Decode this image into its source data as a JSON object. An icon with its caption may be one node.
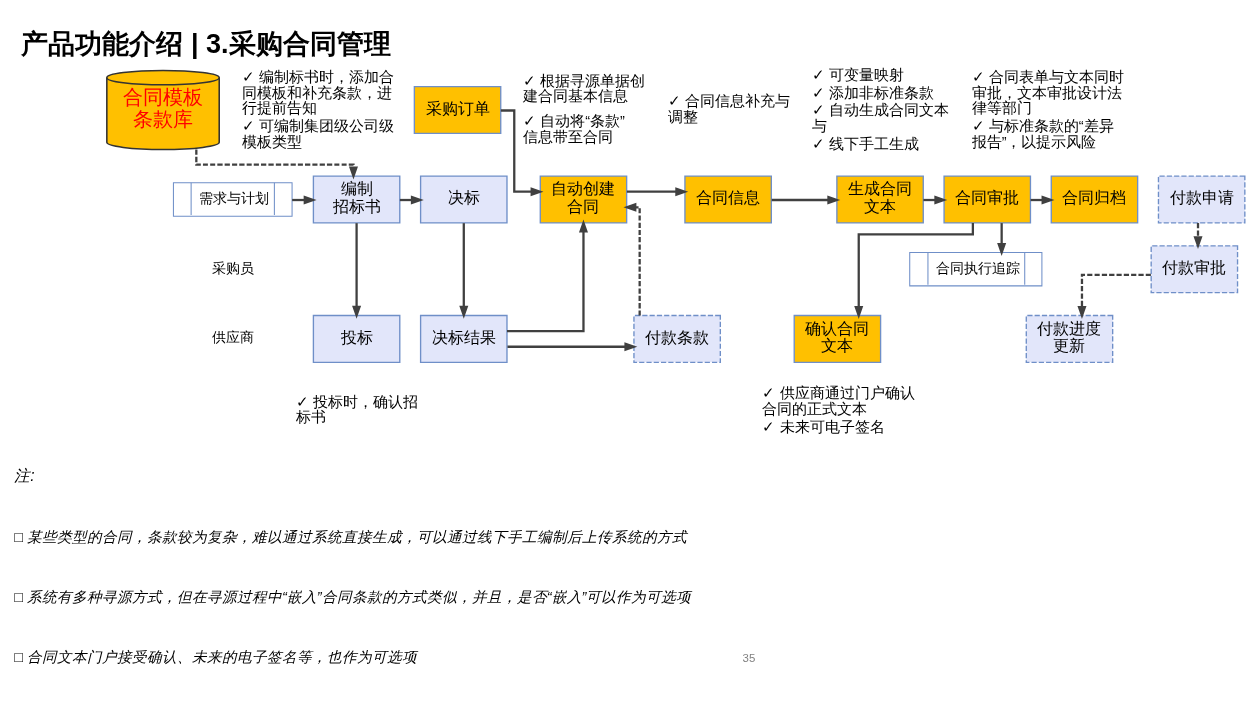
{
  "diagram": {
    "title": "产品功能介绍 | 3.采购合同管理",
    "nodes": [
      {
        "text": [
          "合同模板条款库"
        ],
        "beside": [
          "✓ 编制标书时，添加合同模板和补充条款，进行提前告知",
          "✓ 可编制集团级公司级模板类型"
        ]
      },
      {
        "text": [
          "采购订单"
        ]
      },
      {
        "text": [
          "需求与计划"
        ]
      },
      {
        "text": [
          "编制招标书"
        ]
      },
      {
        "text": [
          "决标"
        ]
      },
      {
        "text": [
          "自动创建合同"
        ],
        "beside": [
          "✓ 根据寻源单据创建合同基本信息",
          "✓ 自动将“条款”信息带至合同"
        ]
      },
      {
        "text": [
          "合同信息"
        ],
        "beside": [
          "✓ 合同信息补充与调整"
        ]
      },
      {
        "text": [
          "生成合同文本"
        ],
        "beside": [
          "✓ 可变量映射",
          "✓ 添加非标准条款",
          "✓ 自动生成合同文本与",
          "✓ 线下手工生成"
        ]
      },
      {
        "text": [
          "合同审批"
        ],
        "beside": [
          "✓ 合同表单与文本同时审批，文本审批设计法律等部门",
          "✓ 与标准条款的“差异报告”，以提示风险"
        ]
      },
      {
        "text": [
          "合同归档"
        ]
      },
      {
        "text": [
          "合同执行追踪"
        ]
      },
      {
        "text": [
          "付款申请"
        ]
      },
      {
        "text": [
          "付款审批"
        ]
      },
      {
        "text": [
          "投标"
        ],
        "beside": [
          "✓ 投标时，确认招标书"
        ]
      },
      {
        "text": [
          "决标结果"
        ]
      },
      {
        "text": [
          "付款条款"
        ]
      },
      {
        "text": [
          "确认合同文本"
        ],
        "beside": [
          "✓ 供应商通过门户确认合同的正式文本",
          "✓ 未来可电子签名"
        ]
      },
      {
        "text": [
          "付款进度更新"
        ]
      }
    ],
    "edges": [
      {
        "from": 0,
        "to": 3,
        "arrow": "to",
        "style": "dashed"
      },
      {
        "from": 1,
        "to": 5,
        "arrow": "to"
      },
      {
        "from": 2,
        "to": 3,
        "arrow": "to"
      },
      {
        "from": 3,
        "to": 4,
        "arrow": "to"
      },
      {
        "from": 3,
        "to": 13,
        "arrow": "to"
      },
      {
        "from": 4,
        "to": 14,
        "arrow": "to"
      },
      {
        "from": 14,
        "to": 5,
        "arrow": "to"
      },
      {
        "from": 14,
        "to": 15,
        "arrow": "to"
      },
      {
        "from": 15,
        "to": 5,
        "arrow": "to",
        "style": "dashed"
      },
      {
        "from": 5,
        "to": 6,
        "arrow": "to"
      },
      {
        "from": 6,
        "to": 7,
        "arrow": "to"
      },
      {
        "from": 7,
        "to": 8,
        "arrow": "to"
      },
      {
        "from": 8,
        "to": 9,
        "arrow": "to"
      },
      {
        "from": 8,
        "to": 10,
        "arrow": "to"
      },
      {
        "from": 8,
        "to": 16,
        "arrow": "to"
      },
      {
        "from": 11,
        "to": 12,
        "arrow": "to",
        "style": "dashed"
      },
      {
        "from": 12,
        "to": 17,
        "arrow": "to",
        "style": "dashed"
      }
    ],
    "labels": [
      "采购员",
      "供应商",
      "注:",
      "□ 某些类型的合同，条款较为复杂，难以通过系统直接生成，可以通过线下手工编制后上传系统的方式",
      "□ 系统有多种寻源方式，但在寻源过程中“嵌入”合同条款的方式类似，并且，是否“嵌入”可以作为可选项",
      "□ 合同文本门户接受确认、未来的电子签名等，也作为可选项",
      "35"
    ]
  }
}
